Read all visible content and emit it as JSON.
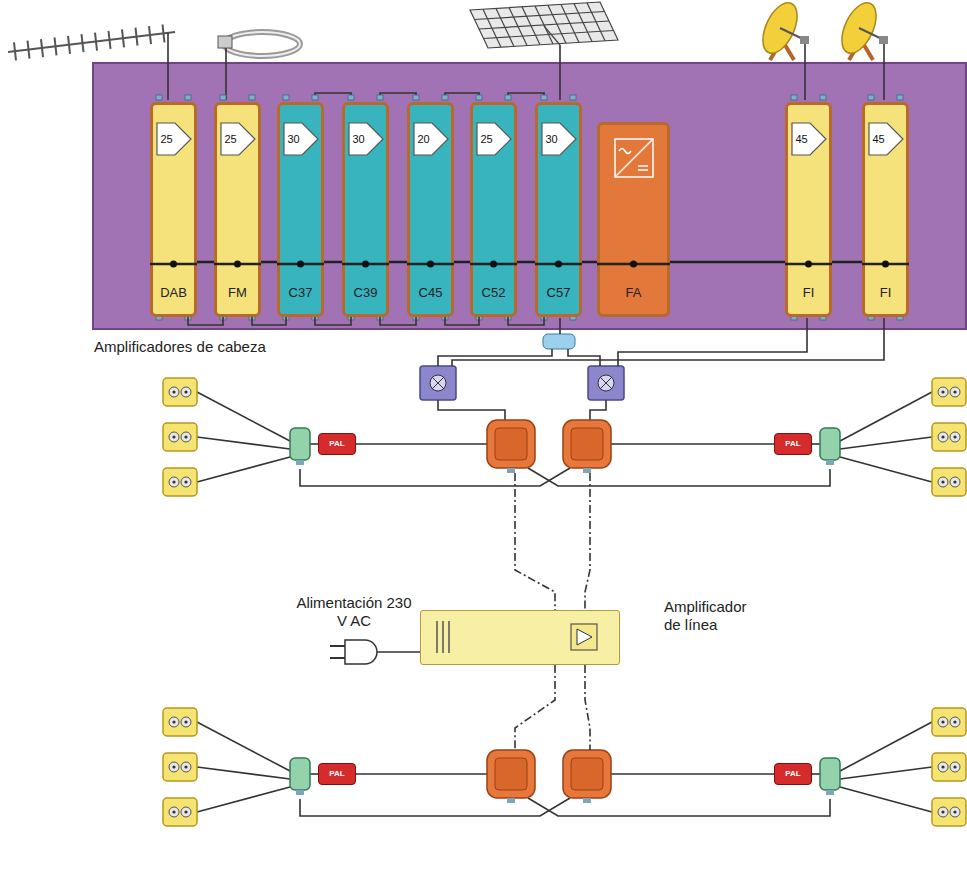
{
  "diagram": {
    "nodes": [
      {
        "text": [
          "Amplificadores de cabeza"
        ]
      },
      {
        "text": [
          "25",
          "DAB"
        ],
        "in": 0
      },
      {
        "text": [
          "25",
          "FM"
        ],
        "in": 0
      },
      {
        "text": [
          "30",
          "C37"
        ],
        "in": 0
      },
      {
        "text": [
          "30",
          "C39"
        ],
        "in": 0
      },
      {
        "text": [
          "20",
          "C45"
        ],
        "in": 0
      },
      {
        "text": [
          "25",
          "C52"
        ],
        "in": 0
      },
      {
        "text": [
          "30",
          "C57"
        ],
        "in": 0
      },
      {
        "text": [
          "FA"
        ],
        "in": 0
      },
      {
        "text": [
          "45",
          "FI"
        ],
        "in": 0
      },
      {
        "text": [
          "45",
          "FI"
        ],
        "in": 0
      },
      {
        "text": [
          "PAL"
        ]
      },
      {
        "text": [
          "PAL"
        ]
      },
      {
        "text": [
          "Amplificador de línea"
        ]
      },
      {
        "text": [
          "PAL"
        ]
      },
      {
        "text": [
          "PAL"
        ]
      }
    ],
    "edges": [
      {
        "from": 1,
        "to": 2,
        "arrow": "none"
      },
      {
        "from": 2,
        "to": 3,
        "arrow": "none"
      },
      {
        "from": 3,
        "to": 4,
        "arrow": "none"
      },
      {
        "from": 4,
        "to": 5,
        "arrow": "none"
      },
      {
        "from": 5,
        "to": 6,
        "arrow": "none"
      },
      {
        "from": 6,
        "to": 7,
        "arrow": "none"
      }
    ],
    "labels": [
      "Alimentación 230 V AC"
    ]
  }
}
